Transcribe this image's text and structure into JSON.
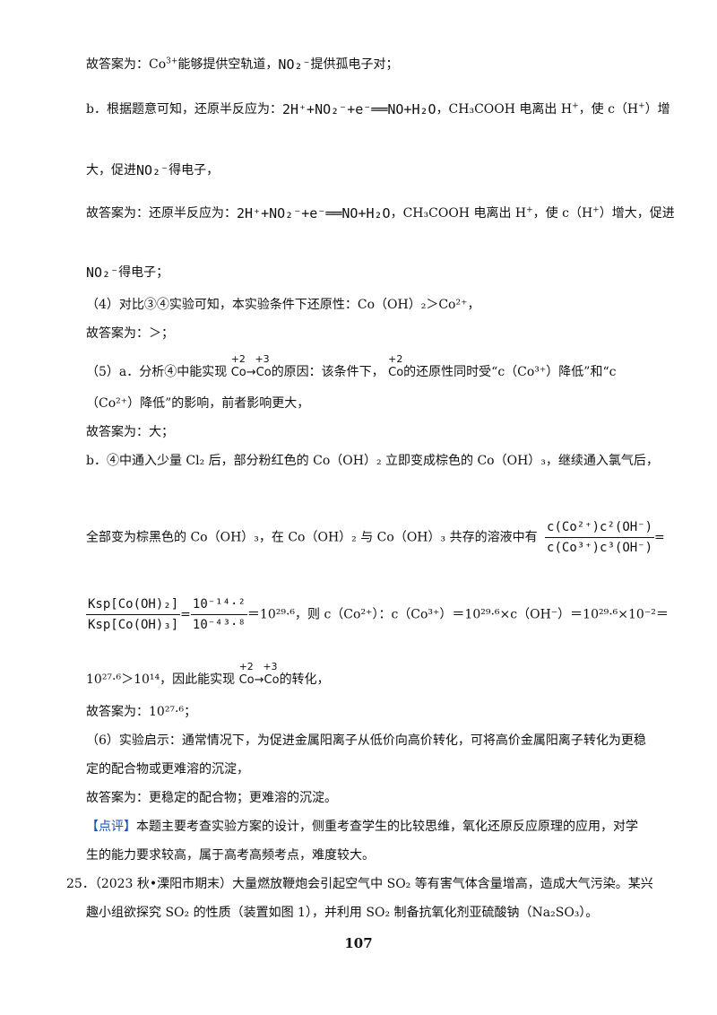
{
  "lines": {
    "l1_a": "故答案为：Co",
    "l1_sup": "3+",
    "l1_b": "能够提供空轨道，",
    "l1_formula": "NO₂⁻",
    "l1_c": "提供孤电子对；",
    "l2_a": "b．根据题意可知，还原半反应为：",
    "l2_formula": "2H⁺+NO₂⁻+e⁻══NO+H₂O",
    "l2_b": "，CH₃COOH 电离出 H",
    "l2_sup": "+",
    "l2_c": "，使 c（H",
    "l2_sup2": "+",
    "l2_d": "）增",
    "l3_a": "大，促进",
    "l3_formula": "NO₂⁻",
    "l3_b": "得电子，",
    "l4_a": "故答案为：还原半反应为：",
    "l4_formula": "2H⁺+NO₂⁻+e⁻══NO+H₂O",
    "l4_b": "，CH₃COOH 电离出 H",
    "l4_sup": "+",
    "l4_c": "，使 c（H",
    "l4_sup2": "+",
    "l4_d": "）增大，促进",
    "l5_formula": "NO₂⁻",
    "l5_b": "得电子；",
    "l6": "（4）对比③④实验可知，本实验条件下还原性：Co（OH）₂＞Co²⁺，",
    "l7": "故答案为：＞；",
    "l8_a": "（5）a．分析④中能实现",
    "l8_cv1_ox1": "+2",
    "l8_cv1_ox2": "+3",
    "l8_cv1": "Co→Co",
    "l8_b": "的原因：该条件下，",
    "l8_cv2_ox": "+2",
    "l8_cv2": "Co",
    "l8_c": "的还原性同时受“c（Co³⁺）降低”和“c",
    "l9": "（Co²⁺）降低”的影响，前者影响更大，",
    "l10": "故答案为：大；",
    "l11": "b．④中通入少量 Cl₂ 后，部分粉红色的 Co（OH）₂ 立即变成棕色的 Co（OH）₃，继续通入氯气后，",
    "l12_a": "全部变为棕黑色的 Co（OH）₃，在 Co（OH）₂ 与 Co（OH）₃ 共存的溶液中有",
    "l12_frac_num": "c(Co²⁺)c²(OH⁻)",
    "l12_frac_den": "c(Co³⁺)c³(OH⁻)",
    "l12_eq": "=",
    "l13_frac1_num": "Ksp[Co(OH)₂]",
    "l13_frac1_den": "Ksp[Co(OH)₃]",
    "l13_eq1": "=",
    "l13_frac2_num": "10⁻¹⁴·²",
    "l13_frac2_den": "10⁻⁴³·⁸",
    "l13_b": "＝10²⁹·⁶，则 c（Co²⁺）：c（Co³⁺）＝10²⁹·⁶×c（OH⁻）＝10²⁹·⁶×10⁻²＝",
    "l14_a": "10²⁷·⁶＞10¹⁴，因此能实现",
    "l14_cv_ox1": "+2",
    "l14_cv_ox2": "+3",
    "l14_cv": "Co→Co",
    "l14_b": "的转化，",
    "l15": "故答案为：10²⁷·⁶；",
    "l16": "（6）实验启示：通常情况下，为促进金属阳离子从低价向高价转化，可将高价金属阳离子转化为更稳",
    "l17": "定的配合物或更难溶的沉淀，",
    "l18": "故答案为：更稳定的配合物；更难溶的沉淀。",
    "l19_tag": "【点评】",
    "l19": "本题主要考查实验方案的设计，侧重考查学生的比较思维，氧化还原反应原理的应用，对学",
    "l20": "生的能力要求较高，属于高考高频考点，难度较大。",
    "l21": "25．（2023 秋•溧阳市期末）大量燃放鞭炮会引起空气中 SO₂ 等有害气体含量增高，造成大气污染。某兴",
    "l22": "趣小组欲探究 SO₂ 的性质（装置如图 1），并利用 SO₂ 制备抗氧化剂亚硫酸钠（Na₂SO₃）。"
  },
  "page_number": "107",
  "colors": {
    "accent": "#1a4fb5",
    "text": "#111111"
  }
}
